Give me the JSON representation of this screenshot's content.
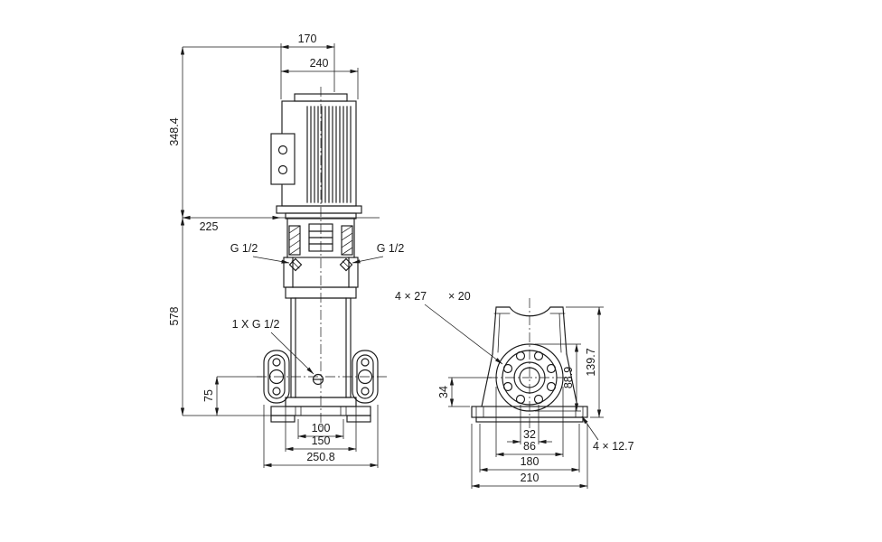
{
  "colors": {
    "ink": "#1a1a1a",
    "background": "#ffffff"
  },
  "front_view": {
    "dim_motor_top": "170",
    "dim_motor_width": "240",
    "dim_motor_height": "348.4",
    "dim_head_plane": "225",
    "dim_pump_height": "578",
    "port_left": "G 1/2",
    "port_right": "G 1/2",
    "drain_label": "1 X G 1/2",
    "dim_port_height": "75",
    "dim_base_holes": "100",
    "dim_base_inner": "150",
    "dim_overall_width": "250.8"
  },
  "end_view": {
    "slot_label_a": "4 × 27",
    "slot_label_b": "× 20",
    "dim_center_height": "34",
    "dim_flange_od": "88.9",
    "dim_bracket_height": "139.7",
    "dim_hole_pair": "32",
    "dim_bolt_circle": "86",
    "dim_base_hole_spacing": "180",
    "dim_base_width": "210",
    "base_hole_label": "4 × 12.7"
  }
}
